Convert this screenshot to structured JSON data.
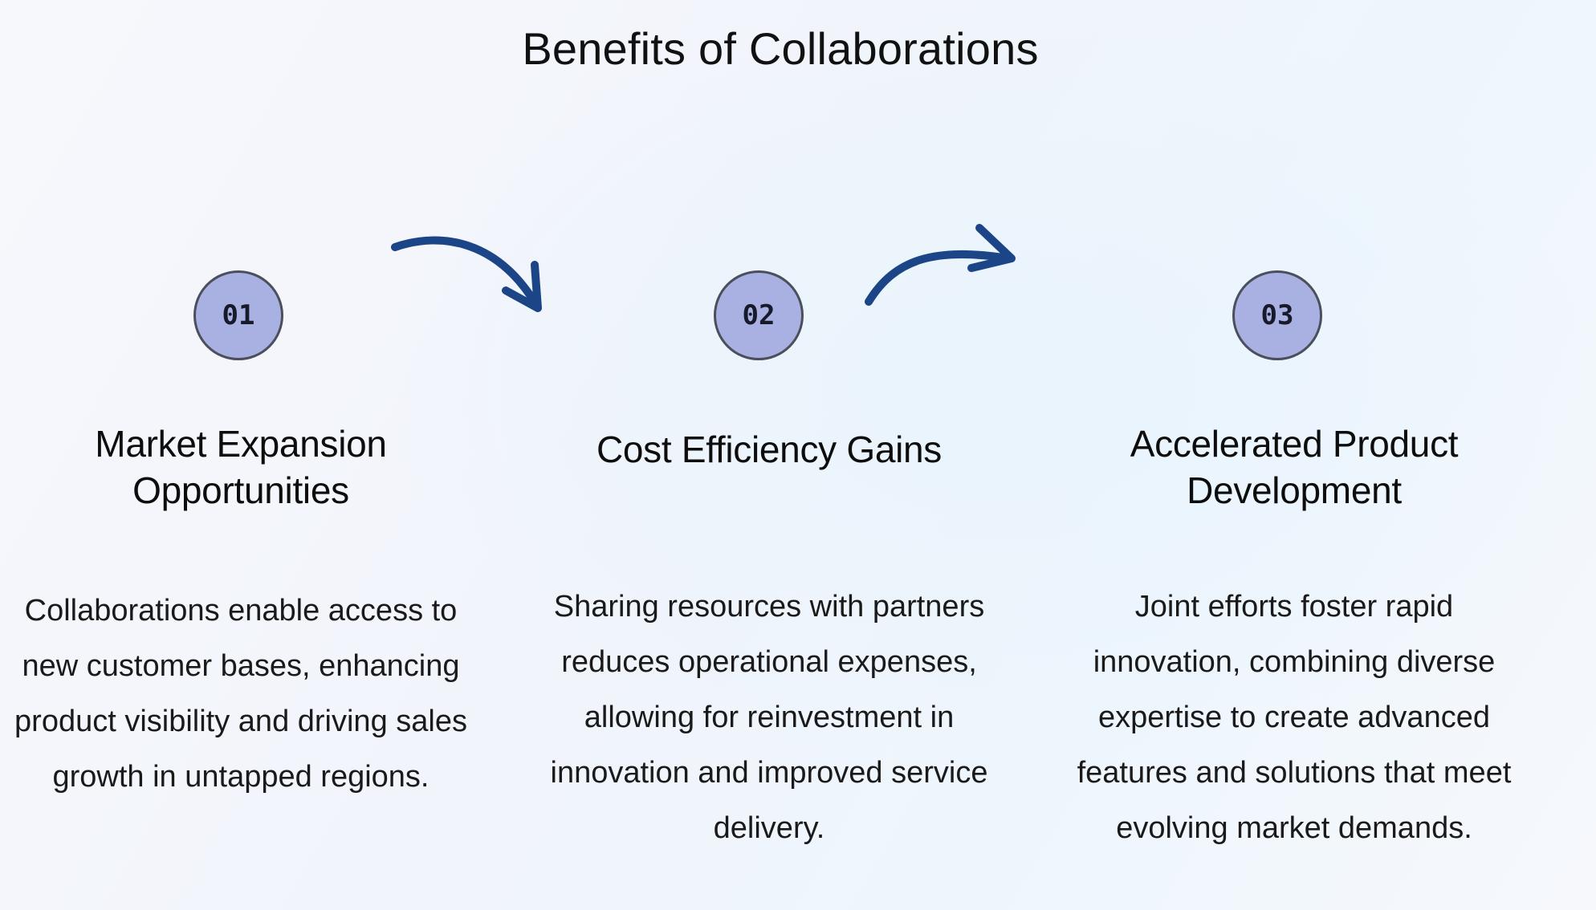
{
  "title": "Benefits of Collaborations",
  "steps": [
    {
      "number": "01",
      "title_line1": "Market Expansion",
      "title_line2": "Opportunities",
      "description": [
        "Collaborations enable access to",
        "new customer bases, enhancing",
        "product visibility and driving sales",
        "growth in untapped regions."
      ]
    },
    {
      "number": "02",
      "title_line1": "Cost Efficiency Gains",
      "title_line2": "",
      "description": [
        "Sharing resources with partners",
        "reduces operational expenses,",
        "allowing for reinvestment in",
        "innovation and improved service",
        "delivery."
      ]
    },
    {
      "number": "03",
      "title_line1": "Accelerated Product",
      "title_line2": "Development",
      "description": [
        "Joint efforts foster rapid",
        "innovation, combining diverse",
        "expertise to create advanced",
        "features and solutions that meet",
        "evolving market demands."
      ]
    }
  ],
  "colors": {
    "badge_fill": "#a9b1e3",
    "badge_border": "#4b4f5c",
    "arrow": "#1c4587"
  },
  "icons": {
    "arrow_1": "curved-arrow-down-right-icon",
    "arrow_2": "curved-arrow-up-right-icon"
  }
}
